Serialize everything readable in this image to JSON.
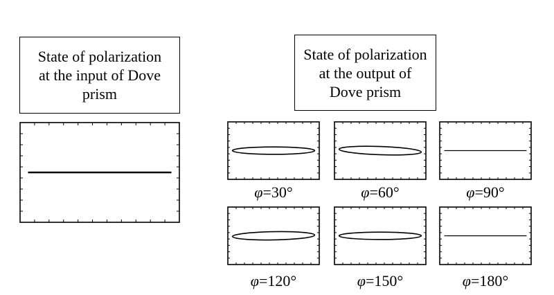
{
  "input_box": {
    "lines": [
      "State of polarization",
      "at the input of Dove",
      "prism"
    ]
  },
  "output_box": {
    "lines": [
      "State of polarization",
      "at the output of",
      "Dove prism"
    ]
  },
  "input_plot": {
    "ellipse_ratio": 0
  },
  "output_plots": [
    {
      "symbol": "φ",
      "value": "=30°",
      "ellipse_ratio": 0.18,
      "tilt_deg": 0
    },
    {
      "symbol": "φ",
      "value": "=60°",
      "ellipse_ratio": 0.2,
      "tilt_deg": 2
    },
    {
      "symbol": "φ",
      "value": "=90°",
      "ellipse_ratio": 0,
      "tilt_deg": 0
    },
    {
      "symbol": "φ",
      "value": "=120°",
      "ellipse_ratio": 0.2,
      "tilt_deg": -1
    },
    {
      "symbol": "φ",
      "value": "=150°",
      "ellipse_ratio": 0.18,
      "tilt_deg": 0
    },
    {
      "symbol": "φ",
      "value": "=180°",
      "ellipse_ratio": 0,
      "tilt_deg": 0
    }
  ],
  "colors": {
    "ink": "#000000",
    "background": "#ffffff"
  }
}
